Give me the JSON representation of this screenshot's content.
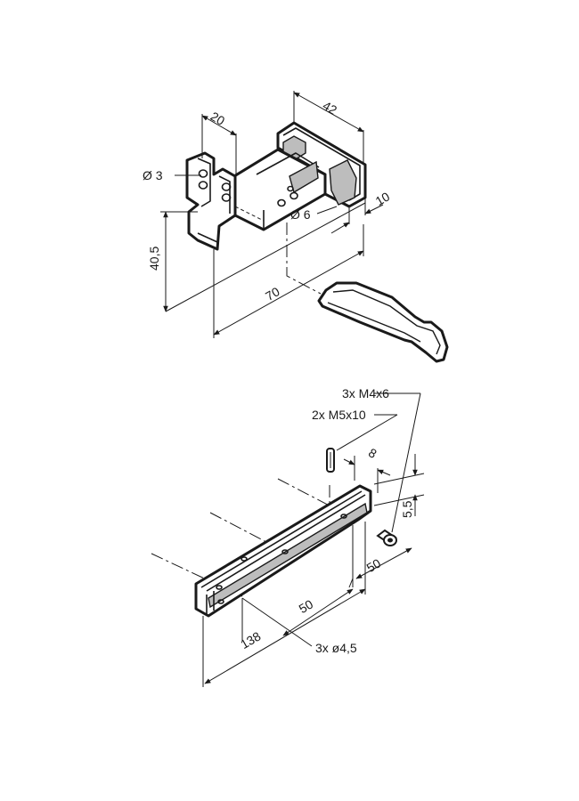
{
  "clamp": {
    "dim_20": "20",
    "dim_42": "42",
    "dim_10": "10",
    "dim_40_5": "40,5",
    "dim_70": "70",
    "hole_small": "Ø 3",
    "hole_large": "Ø 6"
  },
  "rail": {
    "screws": "3x M4x6",
    "pins": "2x M5x10",
    "dim_8": "8",
    "dim_5_5": "5,5",
    "dim_50_right": "50",
    "dim_50": "50",
    "dim_138": "138",
    "holes": "3x ø4,5"
  }
}
